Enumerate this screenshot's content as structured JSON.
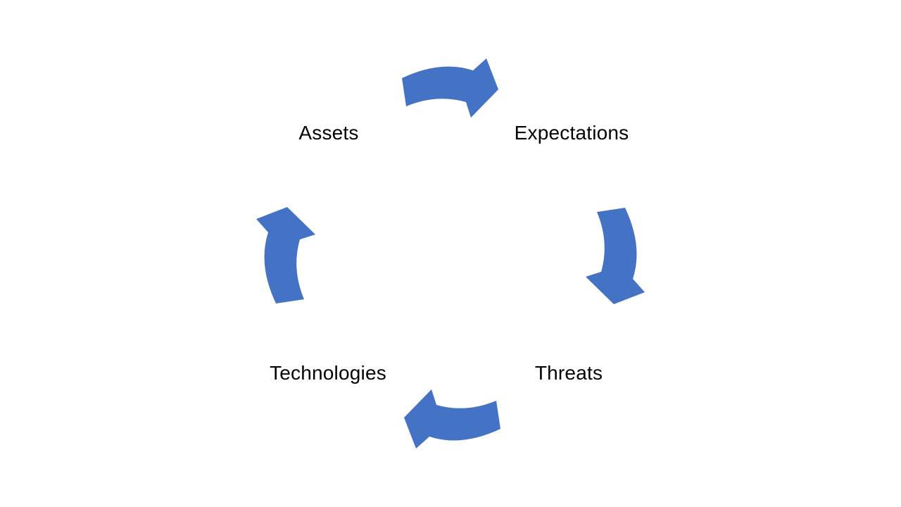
{
  "diagram": {
    "type": "cycle",
    "background": "#FFFFFF",
    "nodes": [
      {
        "label": "Assets",
        "position": "top-left"
      },
      {
        "label": "Expectations",
        "position": "top-right"
      },
      {
        "label": "Threats",
        "position": "bottom-right"
      },
      {
        "label": "Technologies",
        "position": "bottom-left"
      }
    ],
    "arrows": [
      {
        "icon": "curved-arrow-icon",
        "placement": "top",
        "direction": "right",
        "from": "Assets",
        "to": "Expectations"
      },
      {
        "icon": "curved-arrow-icon",
        "placement": "right",
        "direction": "down",
        "from": "Expectations",
        "to": "Threats"
      },
      {
        "icon": "curved-arrow-icon",
        "placement": "bottom",
        "direction": "left",
        "from": "Threats",
        "to": "Technologies"
      },
      {
        "icon": "curved-arrow-icon",
        "placement": "left",
        "direction": "up",
        "from": "Technologies",
        "to": "Assets"
      }
    ],
    "colors": {
      "arrow": "#4472C4",
      "text": "#000000",
      "background": "#FFFFFF"
    }
  }
}
